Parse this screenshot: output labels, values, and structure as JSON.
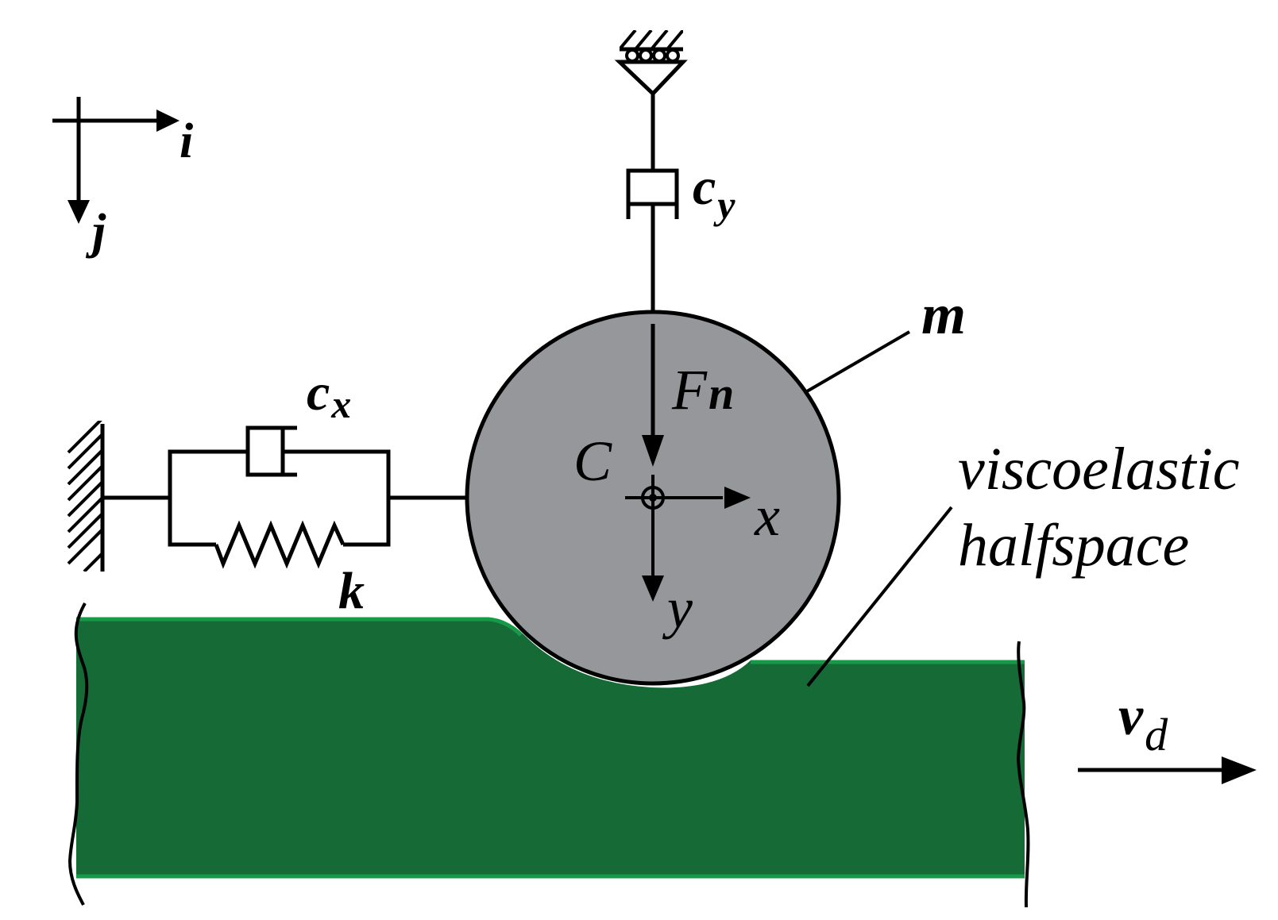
{
  "diagram": {
    "title": "Rolling rigid cylinder on a moving viscoelastic halfspace",
    "colors": {
      "halfspace_fill": "#156a36",
      "halfspace_edge": "#169a48",
      "cylinder_fill": "#95979a",
      "ink": "#000000",
      "background": "#ffffff"
    },
    "labels": {
      "axis_i": "i",
      "axis_j": "j",
      "damper_vertical": "c",
      "damper_vertical_sub": "y",
      "damper_horizontal": "c",
      "damper_horizontal_sub": "x",
      "spring": "k",
      "mass": "m",
      "normal_force": "F",
      "normal_force_sub": "n",
      "center": "C",
      "local_x": "x",
      "local_y": "y",
      "halfspace_line1": "viscoelastic",
      "halfspace_line2": "halfspace",
      "velocity": "v",
      "velocity_sub": "d"
    },
    "components": [
      {
        "id": "roller-support",
        "kind": "sliding support (top)"
      },
      {
        "id": "damper-cy",
        "kind": "vertical damper"
      },
      {
        "id": "wall",
        "kind": "fixed wall (left)"
      },
      {
        "id": "damper-cx",
        "kind": "horizontal damper"
      },
      {
        "id": "spring-k",
        "kind": "horizontal spring"
      },
      {
        "id": "cylinder",
        "kind": "rigid cylinder, mass m"
      },
      {
        "id": "halfspace",
        "kind": "viscoelastic halfspace"
      },
      {
        "id": "velocity-arrow",
        "kind": "halfspace velocity"
      }
    ]
  }
}
